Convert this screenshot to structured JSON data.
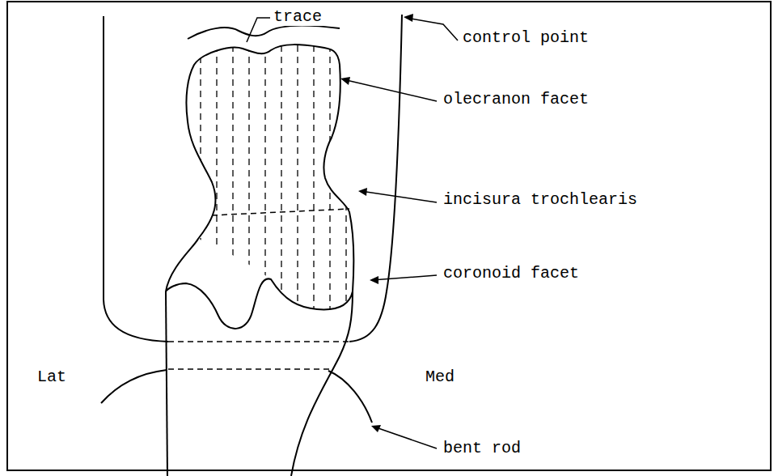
{
  "diagram": {
    "labels": [
      "trace",
      "control point",
      "olecranon facet",
      "incisura trochlearis",
      "coronoid facet",
      "Lat",
      "Med",
      "bent rod"
    ]
  }
}
